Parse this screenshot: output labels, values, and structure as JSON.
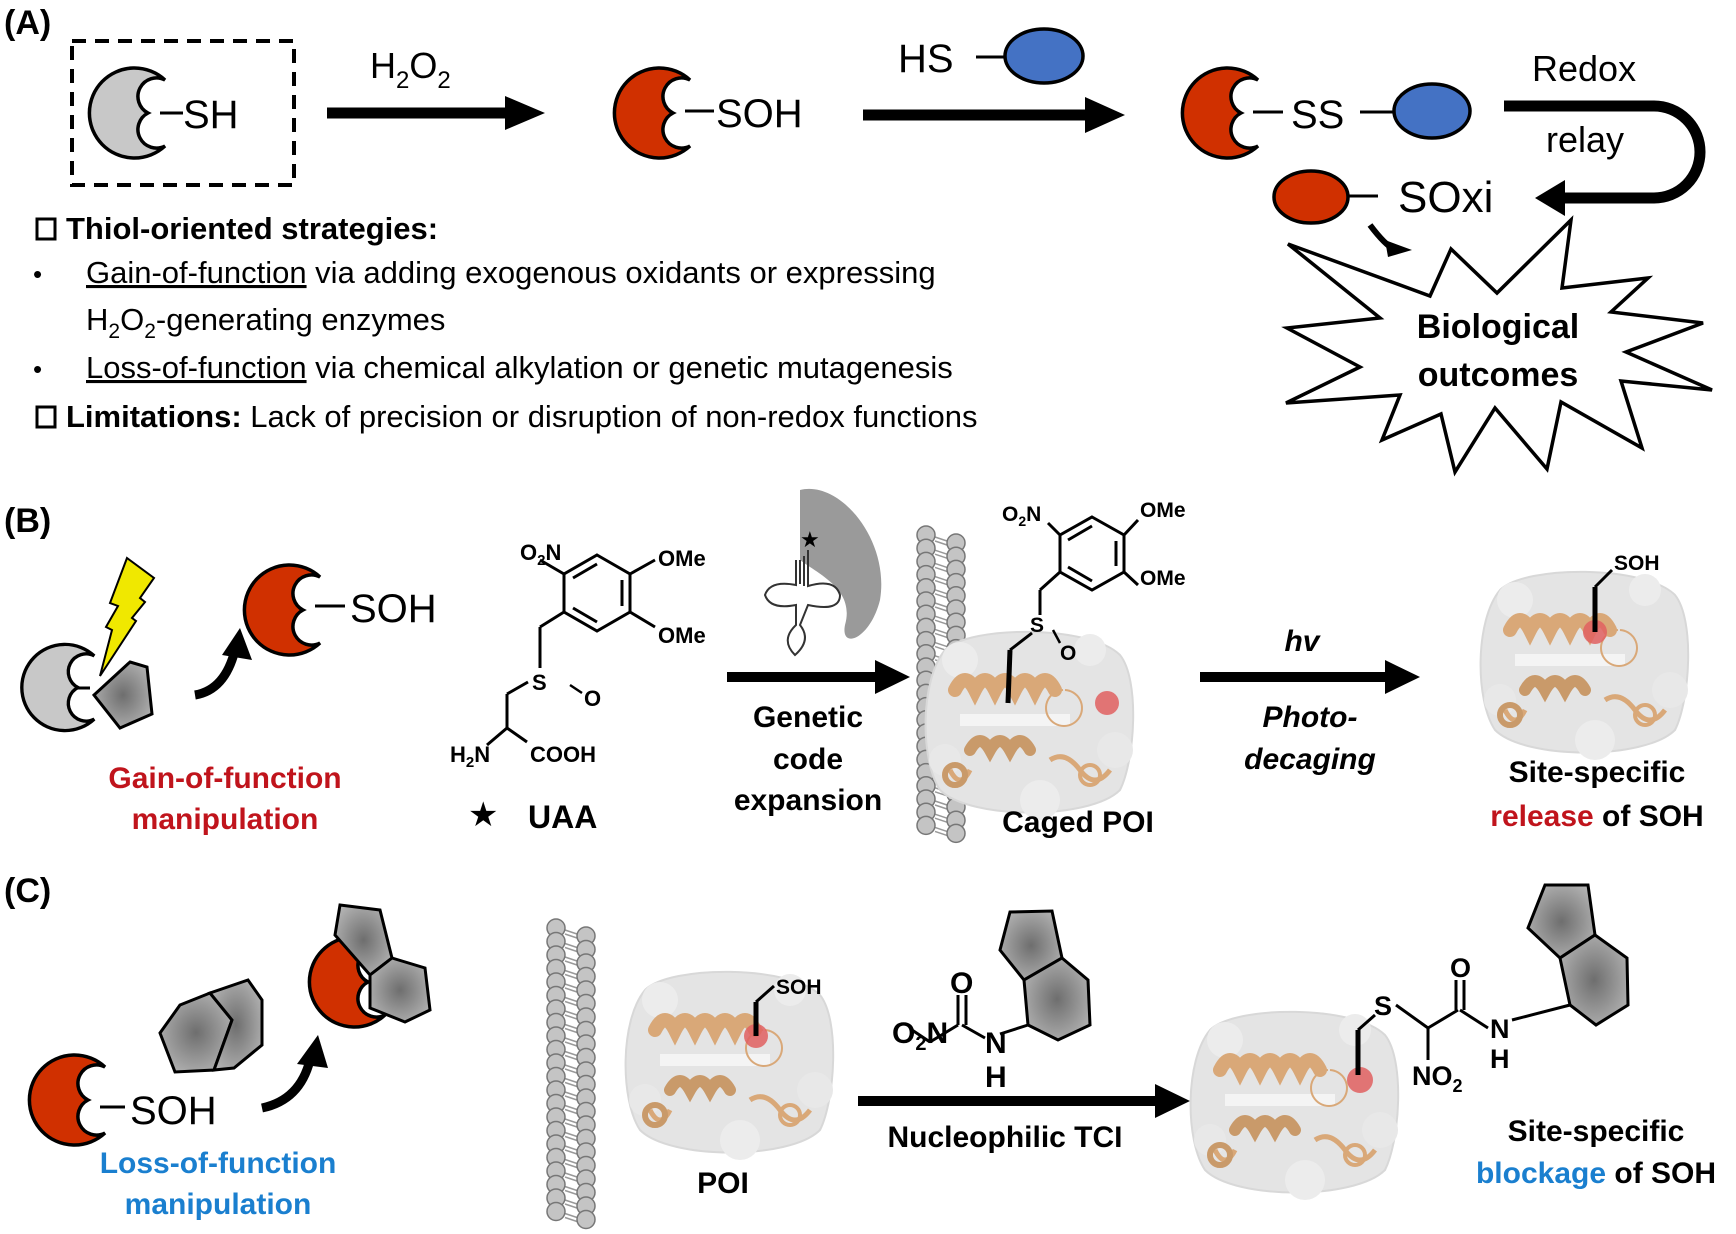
{
  "colors": {
    "oxidized_protein": "#d03000",
    "reduced_protein": "#c8c8c8",
    "thiol_partner": "#4472c4",
    "gain_highlight": "#c0141c",
    "loss_highlight": "#1a7fcf",
    "lightning": "#f0e800",
    "probe_gray": "#a0a0a0"
  },
  "panel_a": {
    "label": "(A)",
    "start_group": "SH",
    "reagent_1_main": "H",
    "reagent_1_sub1": "2",
    "reagent_1_o": "O",
    "reagent_1_sub2": "2",
    "product_1_group": "SOH",
    "reagent_2_group": "HS",
    "product_2_group": "SS",
    "relay_line1": "Redox",
    "relay_line2": "relay",
    "relay_product_group": "SOxi",
    "outcome_line1": "Biological",
    "outcome_line2": "outcomes",
    "strategies_heading": "Thiol-oriented strategies:",
    "bullets": [
      {
        "underlined": "Gain-of-function",
        "rest": " via adding exogenous oxidants or expressing",
        "line2_pre": "H",
        "line2_sub1": "2",
        "line2_mid": "O",
        "line2_sub2": "2",
        "line2_rest": "-generating enzymes"
      },
      {
        "underlined": "Loss-of-function",
        "rest": " via chemical alkylation or genetic mutagenesis"
      }
    ],
    "limitations_heading": "Limitations:",
    "limitations_text": " Lack of precision or disruption of non-redox functions",
    "bullet_glyph": "•"
  },
  "panel_b": {
    "label": "(B)",
    "product_group": "SOH",
    "manipulation_line1": "Gain-of-function",
    "manipulation_line2": "manipulation",
    "uaa_struct": {
      "nitro": "O",
      "nitro_sub": "2",
      "nitro_n": "N",
      "ome_top": "OMe",
      "ome_bottom": "OMe",
      "sulfur": "S",
      "oxo": "O",
      "amine": "H",
      "amine_sub": "2",
      "amine_n": "N",
      "acid": "COOH"
    },
    "uaa_label": "UAA",
    "step1_line1": "Genetic",
    "step1_line2": "code",
    "step1_line3": "expansion",
    "caged_label": "Caged POI",
    "step2_top": "hv",
    "step2_line1": "Photo-",
    "step2_line2": "decaging",
    "released_group": "SOH",
    "result_line1": "Site-specific",
    "result_highlight": "release",
    "result_rest": " of SOH"
  },
  "panel_c": {
    "label": "(C)",
    "start_group": "SOH",
    "manipulation_line1": "Loss-of-function",
    "manipulation_line2": "manipulation",
    "poi_group": "SOH",
    "poi_label": "POI",
    "probe": {
      "nitro": "O",
      "nitro_sub": "2",
      "nitro_n": "N",
      "carbonyl_o": "O",
      "amide_n": "N",
      "amide_h": "H"
    },
    "step_label": "Nucleophilic TCI",
    "adduct": {
      "sulfur": "S",
      "carbonyl_o": "O",
      "amide_n": "N",
      "amide_h": "H",
      "nitro": "NO",
      "nitro_sub": "2"
    },
    "result_line1": "Site-specific",
    "result_highlight": "blockage",
    "result_rest": " of SOH"
  }
}
